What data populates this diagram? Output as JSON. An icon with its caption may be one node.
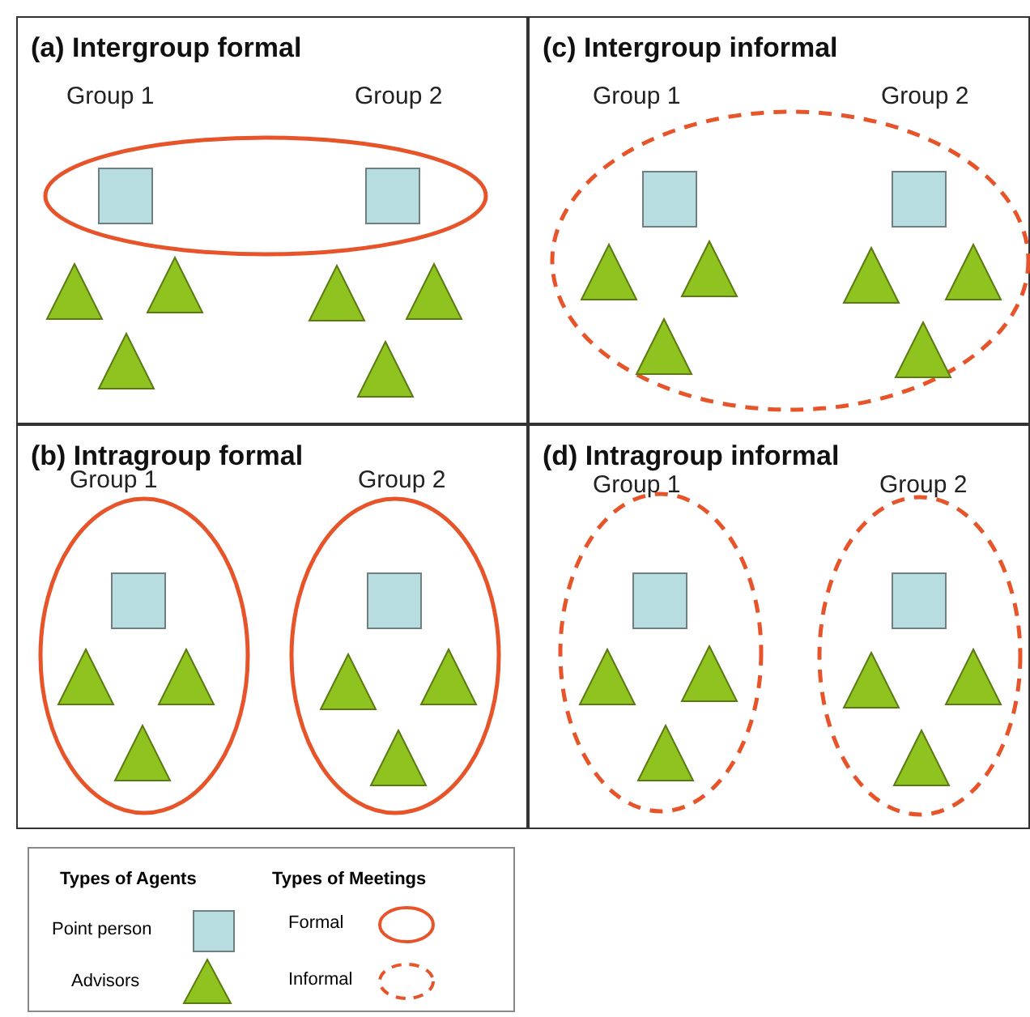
{
  "diagram": {
    "nodes": [
      {
        "text": [
          "(a) Intergroup formal",
          "Group 1",
          "Group 2"
        ]
      },
      {
        "text": [
          "(c) Intergroup informal",
          "Group 1",
          "Group 2"
        ]
      },
      {
        "text": [
          "(b) Intragroup formal",
          "Group 1",
          "Group 2"
        ]
      },
      {
        "text": [
          "(d) Intragroup informal",
          "Group 1",
          "Group 2"
        ]
      }
    ],
    "labels": [
      "Types of Agents",
      "Types of Meetings"
    ],
    "legend": [
      {
        "text": "Point person"
      },
      {
        "text": "Advisors"
      },
      {
        "text": "Formal"
      },
      {
        "text": "Informal"
      }
    ]
  }
}
